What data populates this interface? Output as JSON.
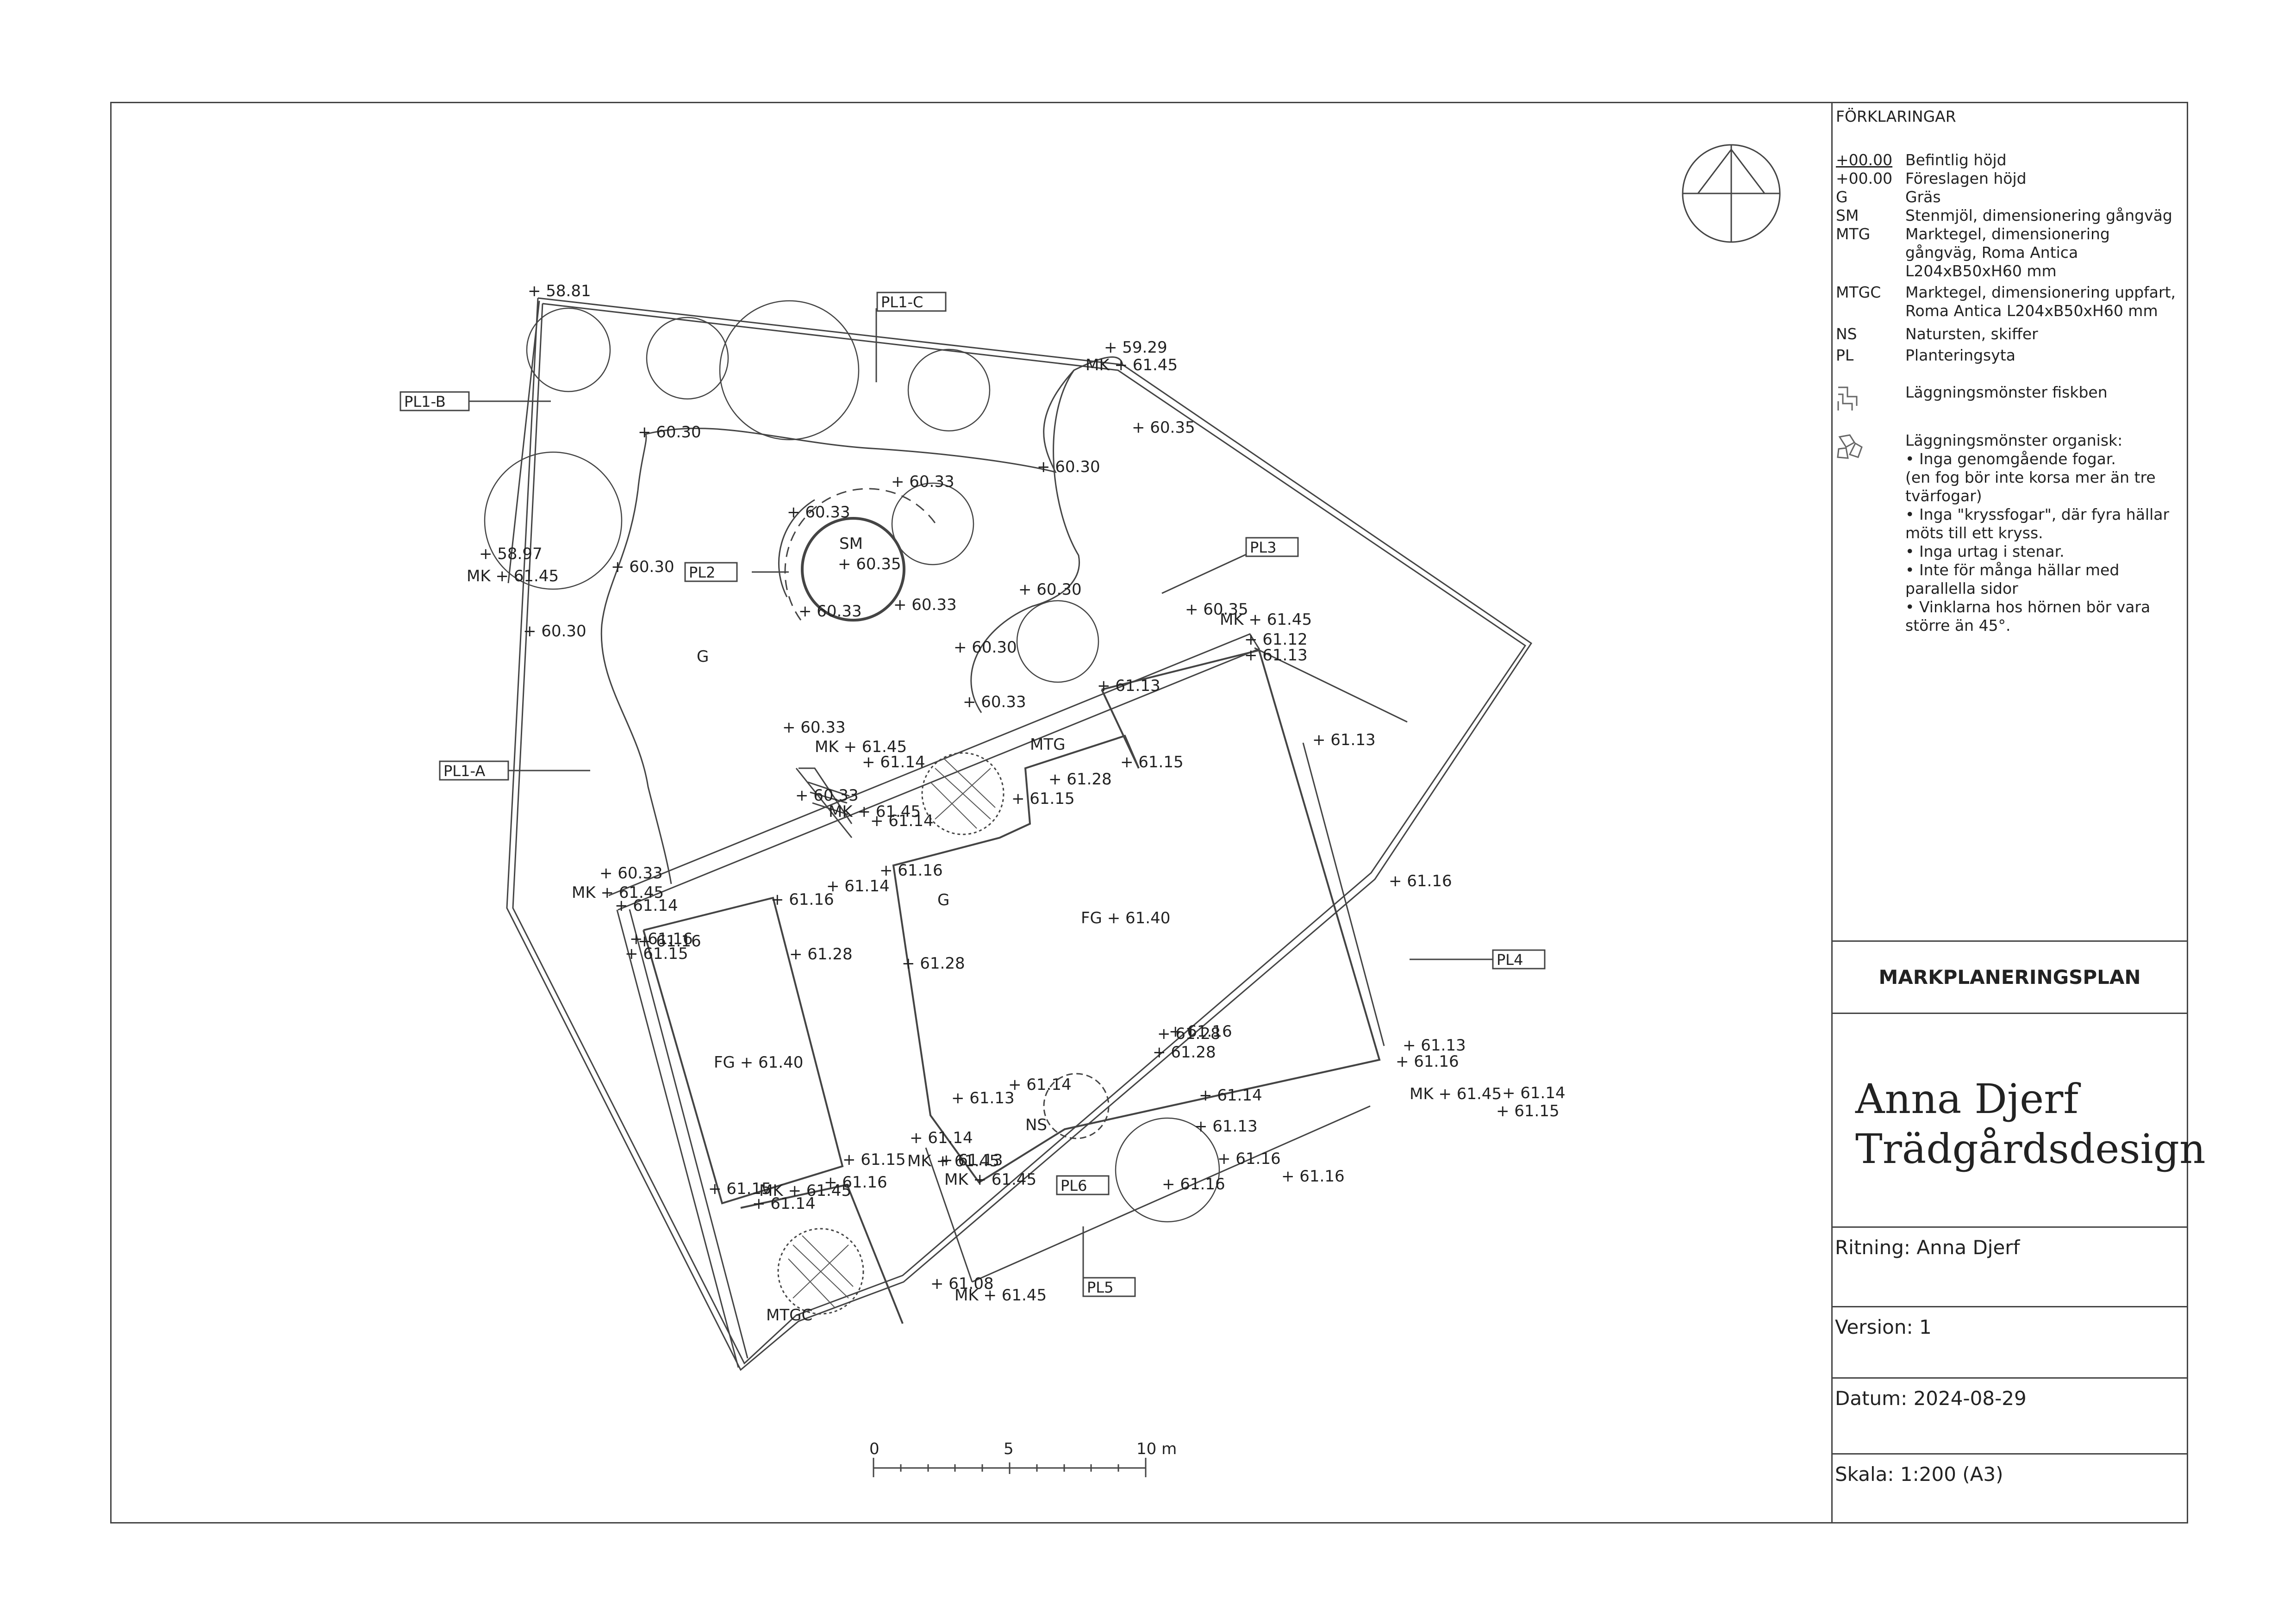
{
  "legend": {
    "title": "FÖRKLARINGAR",
    "items": [
      {
        "code": "+00.00",
        "desc": "Befintlig höjd"
      },
      {
        "code": "+00.00",
        "desc": "Föreslagen höjd"
      },
      {
        "code": "G",
        "desc": "Gräs"
      },
      {
        "code": "SM",
        "desc": "Stenmjöl, dimensionering gångväg"
      },
      {
        "code": "MTG",
        "desc": "Marktegel, dimensionering gångväg, Roma Antica L204xB50xH60 mm"
      },
      {
        "code": "MTGC",
        "desc": "Marktegel, dimensionering uppfart, Roma Antica L204xB50xH60 mm"
      },
      {
        "code": "NS",
        "desc": "Natursten, skiffer"
      },
      {
        "code": "PL",
        "desc": "Planteringsyta"
      }
    ],
    "pattern_fishbone": "Läggningsmönster fiskben",
    "pattern_organic": {
      "title": "Läggningsmönster organisk:",
      "lines": [
        "• Inga genomgående fogar.",
        "(en fog bör inte korsa mer än tre tvärfogar)",
        "• Inga \"kryssfogar\", där fyra hällar möts till ett kryss.",
        "• Inga urtag i stenar.",
        "• Inte för många hällar med parallella sidor",
        "• Vinklarna hos hörnen bör vara större än 45°."
      ]
    }
  },
  "title_block": {
    "plan_title": "MARKPLANERINGSPLAN",
    "company_line1": "Anna Djerf",
    "company_line2": "Trädgårdsdesign",
    "drawn_by": "Ritning: Anna Djerf",
    "version": "Version: 1",
    "date": "Datum: 2024-08-29",
    "scale": "Skala: 1:200 (A3)"
  },
  "scale_bar": {
    "labels": [
      "0",
      "5",
      "10 m"
    ]
  },
  "area_labels": [
    "G",
    "G",
    "SM",
    "MTG",
    "MTGC",
    "NS",
    "FG + 61.40",
    "FG + 61.40"
  ],
  "zone_tags": [
    "PL1-A",
    "PL1-B",
    "PL1-C",
    "PL2",
    "PL3",
    "PL4",
    "PL5",
    "PL6"
  ],
  "elevations": [
    "+ 58.81",
    "+ 59.29",
    "MK + 61.45",
    "+ 60.35",
    "+ 60.30",
    "+ 60.30",
    "+ 60.33",
    "+ 60.33",
    "+ 60.35",
    "+ 60.30",
    "+ 58.97",
    "MK + 61.45",
    "+ 60.30",
    "+ 60.33",
    "+ 60.33",
    "+ 60.30",
    "+ 60.35",
    "MK + 61.45",
    "+ 61.12",
    "+ 61.13",
    "+ 60.30",
    "+ 60.33",
    "+ 61.13",
    "+ 60.33",
    "MK + 61.45",
    "+ 61.14",
    "+ 61.15",
    "+ 61.13",
    "+ 61.28",
    "+ 61.15",
    "+ 60.33",
    "MK + 61.45",
    "+ 61.14",
    "+ 61.16",
    "+ 60.33",
    "MK + 61.45",
    "+ 61.14",
    "+ 61.14",
    "+ 61.16",
    "+ 61.16",
    "+ 61.16",
    "+ 61.15",
    "+ 61.28",
    "+ 61.28",
    "+ 61.16",
    "+ 61.28",
    "+ 61.28",
    "+ 61.16",
    "+ 61.14",
    "+ 61.13",
    "+ 61.14",
    "+ 61.13",
    "+ 61.13",
    "+ 61.16",
    "MK + 61.45",
    "+ 61.14",
    "+ 61.15",
    "+ 61.14",
    "MK + 61.45",
    "+ 61.13",
    "MK + 61.45",
    "+ 61.16",
    "+ 61.16",
    "+ 61.16",
    "+ 61.15",
    "+ 61.16",
    "MK + 61.45",
    "+ 61.15",
    "+ 61.14",
    "+ 61.08",
    "MK + 61.45"
  ]
}
